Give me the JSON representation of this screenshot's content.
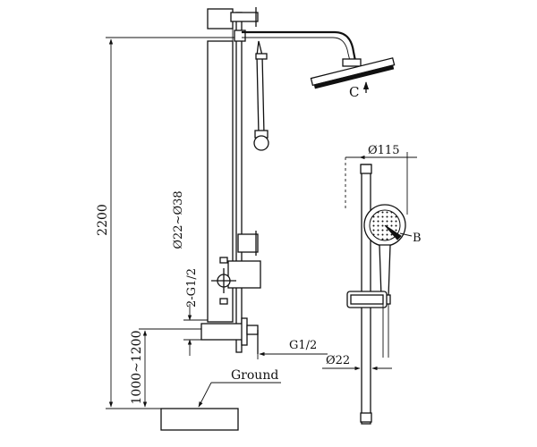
{
  "labels": {
    "overall_height": "2200",
    "mount_height": "1000~1200",
    "pipe_range": "Ø22~Ø38",
    "thread_top": "2-G1/2",
    "thread_bottom": "G1/2",
    "ground": "Ground",
    "head_diameter": "Ø115",
    "rail_diameter": "Ø22",
    "marker_b": "B",
    "marker_c": "C"
  },
  "colors": {
    "line": "#111111",
    "background": "#ffffff"
  }
}
